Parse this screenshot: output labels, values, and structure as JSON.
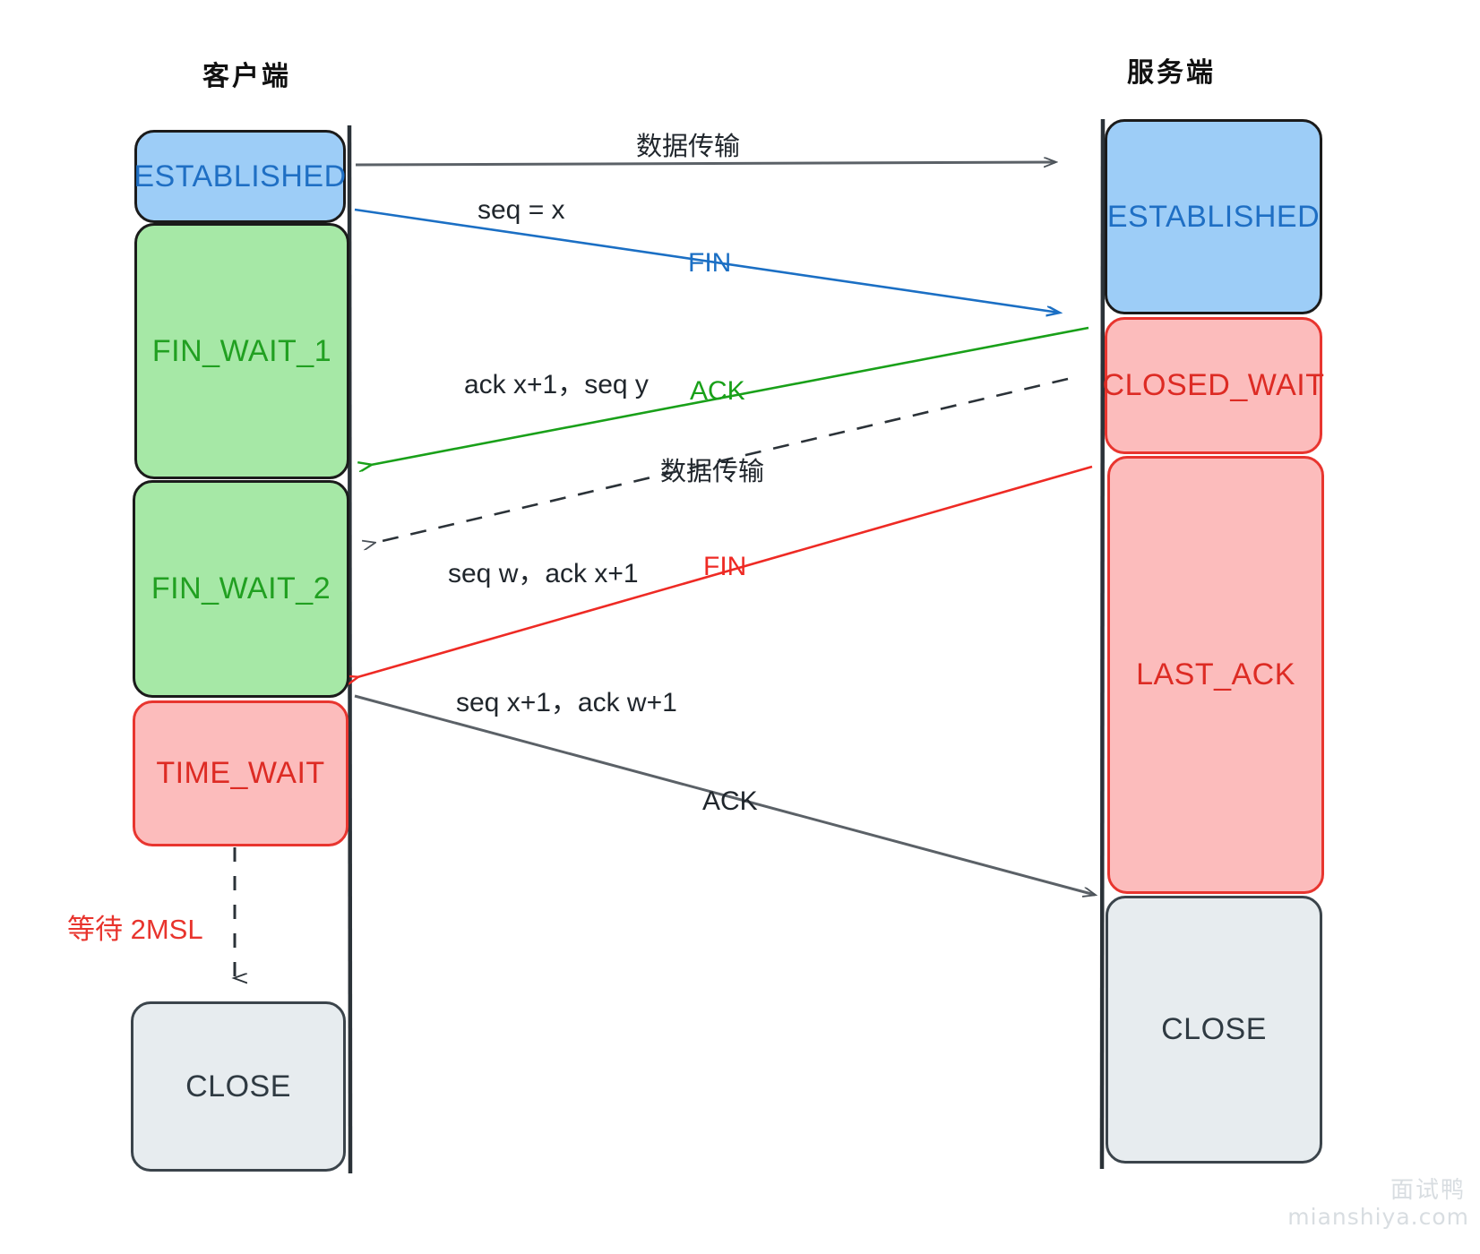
{
  "diagram": {
    "title_client": "客户端",
    "title_server": "服务端",
    "colors": {
      "established_fill": "#9dcdf7",
      "established_text": "#1f6fc4",
      "fin_wait_fill": "#a6e8a6",
      "fin_wait_text": "#21a021",
      "wait_fill": "#fcbcbc",
      "wait_text": "#dd2b24",
      "close_fill": "#e7ecef",
      "close_text": "#2f3a42",
      "arrow_blue": "#1b6fc4",
      "arrow_green": "#19a019",
      "arrow_red": "#ee2a24",
      "arrow_dark": "#4a5158"
    }
  },
  "client_states": [
    {
      "label": "ESTABLISHED"
    },
    {
      "label": "FIN_WAIT_1"
    },
    {
      "label": "FIN_WAIT_2"
    },
    {
      "label": "TIME_WAIT"
    },
    {
      "label": "CLOSE"
    }
  ],
  "server_states": [
    {
      "label": "ESTABLISHED"
    },
    {
      "label": "CLOSED_WAIT"
    },
    {
      "label": "LAST_ACK"
    },
    {
      "label": "CLOSE"
    }
  ],
  "messages": [
    {
      "seq_label": "数据传输",
      "flag": ""
    },
    {
      "seq_label": "seq = x",
      "flag": "FIN"
    },
    {
      "seq_label": "ack x+1，seq y",
      "flag": "ACK"
    },
    {
      "seq_label": "数据传输",
      "flag": ""
    },
    {
      "seq_label": "seq w，ack x+1",
      "flag": "FIN"
    },
    {
      "seq_label": "seq x+1，ack w+1",
      "flag": "ACK"
    }
  ],
  "annotations": {
    "wait_2msl": "等待 2MSL"
  },
  "watermark": {
    "brand": "面试鸭",
    "url": "mianshiya.com"
  }
}
